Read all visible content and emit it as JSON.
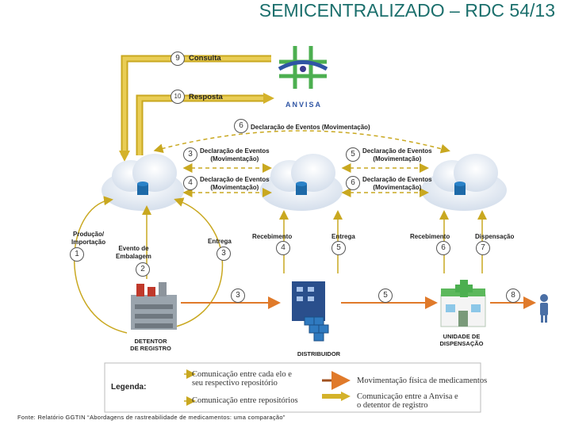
{
  "title": "SEMICENTRALIZADO – RDC 54/13",
  "brand": {
    "name": "ANVISA"
  },
  "colors": {
    "gold": "#d4b22a",
    "gold_fill": "#e6c84a",
    "orange": "#e07a2a",
    "brown": "#a0501f",
    "teal": "#1b6f6c",
    "cloud": "#dfe7f1"
  },
  "top_flows": [
    {
      "number": "9",
      "label": "Consulta"
    },
    {
      "number": "10",
      "label": "Resposta"
    }
  ],
  "events": [
    {
      "number": "6",
      "label": "Declaração de Eventos (Movimentação)"
    },
    {
      "number": "3",
      "label_1": "Declaração de Eventos",
      "label_2": "(Movimentação)"
    },
    {
      "number": "4",
      "label_1": "Declaração de Eventos",
      "label_2": "(Movimentação)"
    },
    {
      "number": "5",
      "label_1": "Declaração de Eventos",
      "label_2": "(Movimentação)"
    },
    {
      "number": "6",
      "label_1": "Declaração de Eventos",
      "label_2": "(Movimentação)"
    }
  ],
  "steps": [
    {
      "number": "1",
      "label_1": "Produção/",
      "label_2": "Importação"
    },
    {
      "number": "2",
      "label_1": "Evento de",
      "label_2": "Embalagem"
    },
    {
      "number": "3",
      "label": "Entrega"
    },
    {
      "number": "4",
      "label": "Recebimento"
    },
    {
      "number": "5",
      "label": "Entrega"
    },
    {
      "number": "6",
      "label": "Recebimento"
    },
    {
      "number": "7",
      "label": "Dispensação"
    }
  ],
  "physical": [
    {
      "number": "3"
    },
    {
      "number": "5"
    },
    {
      "number": "8"
    }
  ],
  "actors": {
    "holder_1": "DETENTOR",
    "holder_2": "DE REGISTRO",
    "distributor": "DISTRIBUIDOR",
    "unit_1": "UNIDADE DE",
    "unit_2": "DISPENSAÇÃO"
  },
  "legend": {
    "title": "Legenda:",
    "item1_1": "Comunicação entre cada elo e",
    "item1_2": "seu respectivo repositório",
    "item2": "Comunicação entre repositórios",
    "item3": "Movimentação física de medicamentos",
    "item4_1": "Comunicação entre a Anvisa e",
    "item4_2": "o detentor de registro"
  },
  "source": "Fonte: Relatório GGTIN “Abordagens de rastreabilidade de medicamentos: uma comparação”"
}
